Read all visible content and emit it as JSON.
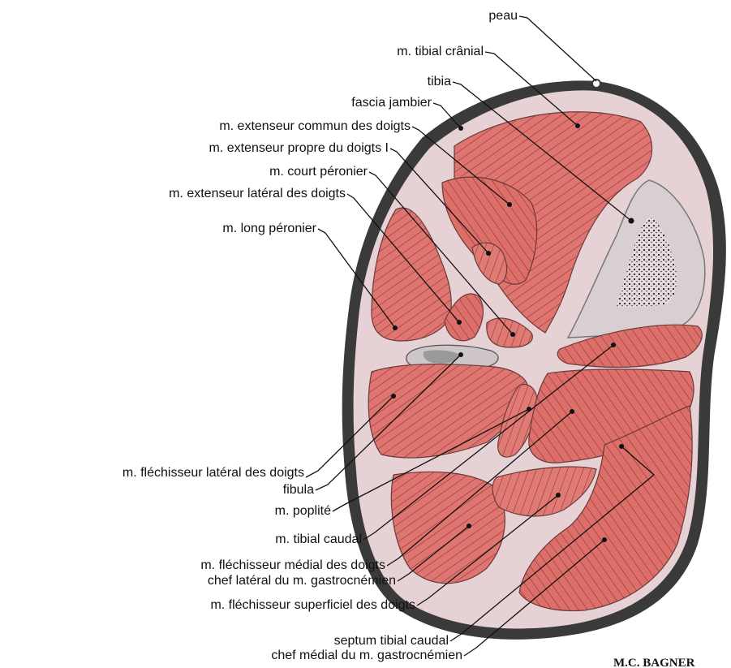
{
  "labels": {
    "peau": "peau",
    "tibial_cranial": "m. tibial crânial",
    "tibia": "tibia",
    "fascia": "fascia jambier",
    "ext_commun": "m. extenseur commun des doigts",
    "ext_propre": "m. extenseur propre du doigts I",
    "court_peronier": "m. court péronier",
    "ext_lateral": "m. extenseur latéral des doigts",
    "long_peronier": "m. long péronier",
    "flech_lateral": "m. fléchisseur latéral des doigts",
    "fibula": "fibula",
    "poplite": "m. poplité",
    "tibial_caudal": "m. tibial caudal",
    "flech_medial": "m. fléchisseur médial des doigts",
    "gastro_lateral": "chef latéral du m. gastrocnémien",
    "flech_superficiel": "m. fléchisseur superficiel des doigts",
    "septum": "septum tibial caudal",
    "gastro_medial": "chef médial du m. gastrocnémien"
  },
  "signature": "M.C. BAGNER",
  "colors": {
    "muscle": "#de7570",
    "muscle_stripe": "#8a2f2f",
    "fascia": "#e6d2d5",
    "skin_outline": "#3a3a3a",
    "bone": "#d8cfd2"
  }
}
